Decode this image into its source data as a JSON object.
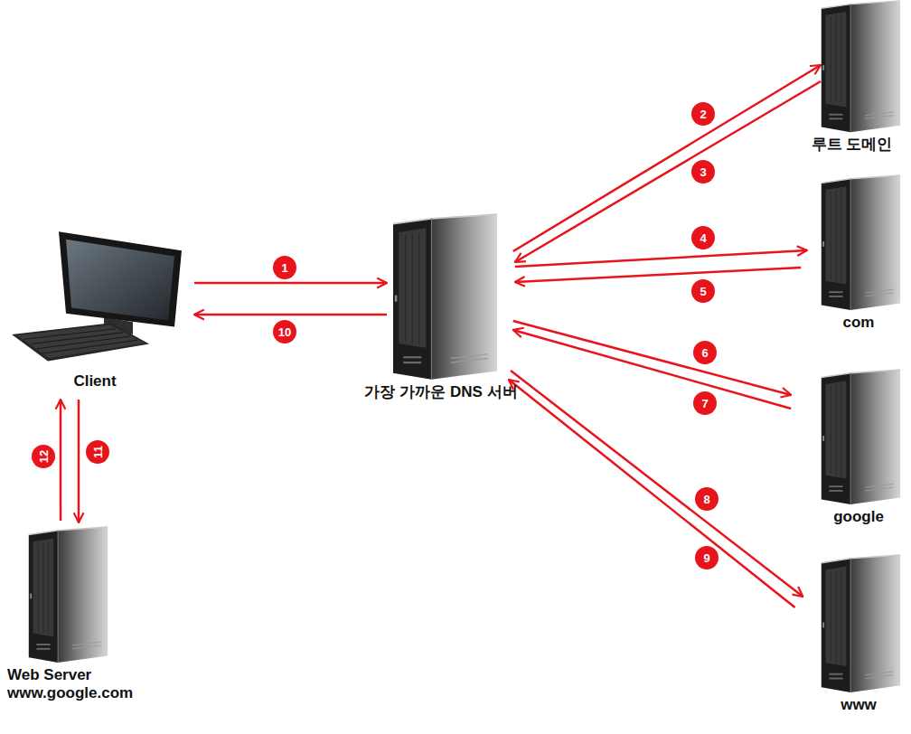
{
  "diagram": {
    "nodes": [
      {
        "text": [
          "Client"
        ]
      },
      {
        "text": [
          "가장 가까운 DNS 서버"
        ]
      },
      {
        "text": [
          "루트 도메인"
        ]
      },
      {
        "text": [
          "com"
        ]
      },
      {
        "text": [
          "google"
        ]
      },
      {
        "text": [
          "www"
        ]
      },
      {
        "text": [
          "Web Server www.google.com"
        ]
      }
    ],
    "edges": [
      {
        "from": 0,
        "to": 1,
        "arrow": "to",
        "label": "1"
      },
      {
        "from": 1,
        "to": 2,
        "arrow": "to",
        "label": "2"
      },
      {
        "from": 2,
        "to": 1,
        "arrow": "to",
        "label": "3"
      },
      {
        "from": 1,
        "to": 3,
        "arrow": "to",
        "label": "4"
      },
      {
        "from": 3,
        "to": 1,
        "arrow": "to",
        "label": "5"
      },
      {
        "from": 1,
        "to": 4,
        "arrow": "to",
        "label": "6"
      },
      {
        "from": 4,
        "to": 1,
        "arrow": "to",
        "label": "7"
      },
      {
        "from": 1,
        "to": 5,
        "arrow": "to",
        "label": "8"
      },
      {
        "from": 5,
        "to": 1,
        "arrow": "to",
        "label": "9"
      },
      {
        "from": 1,
        "to": 0,
        "arrow": "to",
        "label": "10"
      },
      {
        "from": 0,
        "to": 6,
        "arrow": "to",
        "label": "11"
      },
      {
        "from": 6,
        "to": 0,
        "arrow": "to",
        "label": "12"
      }
    ]
  }
}
